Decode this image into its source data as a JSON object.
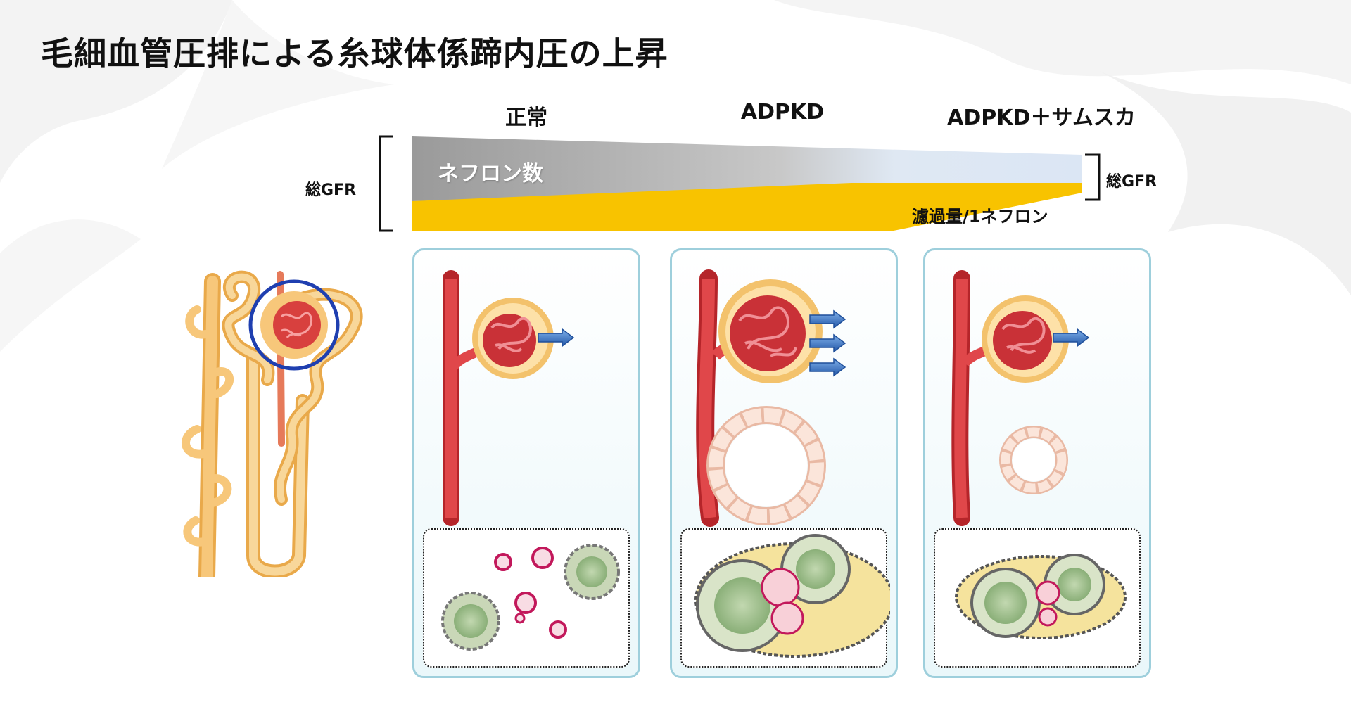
{
  "title": "毛細血管圧排による糸球体係蹄内圧の上昇",
  "columns": {
    "normal": "正常",
    "adpkd": "ADPKD",
    "adpkd_samsca": "ADPKD＋サムスカ"
  },
  "gfr": {
    "left_label": "総GFR",
    "right_label": "総GFR",
    "nephron_count_label": "ネフロン数",
    "filtration_label": "濾過量/1ネフロン"
  },
  "colors": {
    "panel_border": "#9ecfdc",
    "gray_band": "#a8a8a8",
    "yellow_band": "#f8c300",
    "arrow_blue": "#2f74c8",
    "vessel_red": "#d93a3a",
    "capsule": "#f7c77a",
    "circle_highlight": "#1f3fb0"
  }
}
